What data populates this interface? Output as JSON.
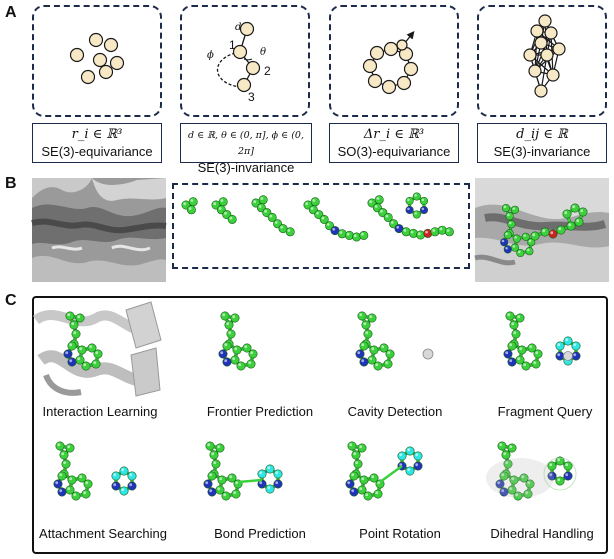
{
  "panels": {
    "a": "A",
    "b": "B",
    "c": "C"
  },
  "panel_a": {
    "captions": [
      {
        "math": "r_i ∈ ℝ³",
        "text": "SE(3)-equivariance"
      },
      {
        "math": "d ∈ ℝ, θ ∈ (0, π], ϕ ∈ (0, 2π]",
        "text": "SE(3)-invariance"
      },
      {
        "math": "Δr_i ∈ ℝ³",
        "text": "SO(3)-equivariance"
      },
      {
        "math": "d_ij ∈ ℝ",
        "text": "SE(3)-invariance"
      }
    ],
    "diagram2": {
      "d": "d",
      "theta": "θ",
      "phi": "ϕ",
      "n1": "1",
      "n2": "2",
      "n3": "3"
    }
  },
  "panel_c": {
    "steps": [
      "Interaction Learning",
      "Frontier Prediction",
      "Cavity Detection",
      "Fragment Query",
      "Attachment Searching",
      "Bond Prediction",
      "Point Rotation",
      "Dihedral Handling"
    ]
  },
  "colors": {
    "atom_fill": "#f7e9c6",
    "atom_stroke": "#1a1a1a",
    "dashed_border": "#1d2b4a",
    "carbon_green": "#3cd13c",
    "nitrogen_blue": "#2233bb",
    "fragment_cyan": "#2ee6e6",
    "oxygen_red": "#cc2222",
    "surface_gray": "#8e8e8e"
  }
}
